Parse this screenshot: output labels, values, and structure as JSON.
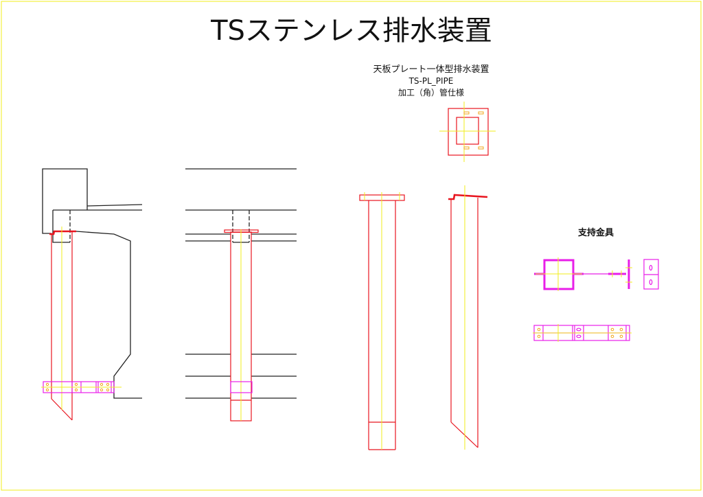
{
  "title": "TSステンレス排水装置",
  "subtitle": {
    "line1": "天板プレート一体型排水装置",
    "line2": "TS-PL_PIPE",
    "line3": "加工（角）管仕様"
  },
  "support_label": "支持金具",
  "colors": {
    "frame": "#f2ee1a",
    "structure": "#222222",
    "pipe": "#e8141e",
    "bracket": "#e81ee8",
    "centerline": "#f2ee1a"
  }
}
